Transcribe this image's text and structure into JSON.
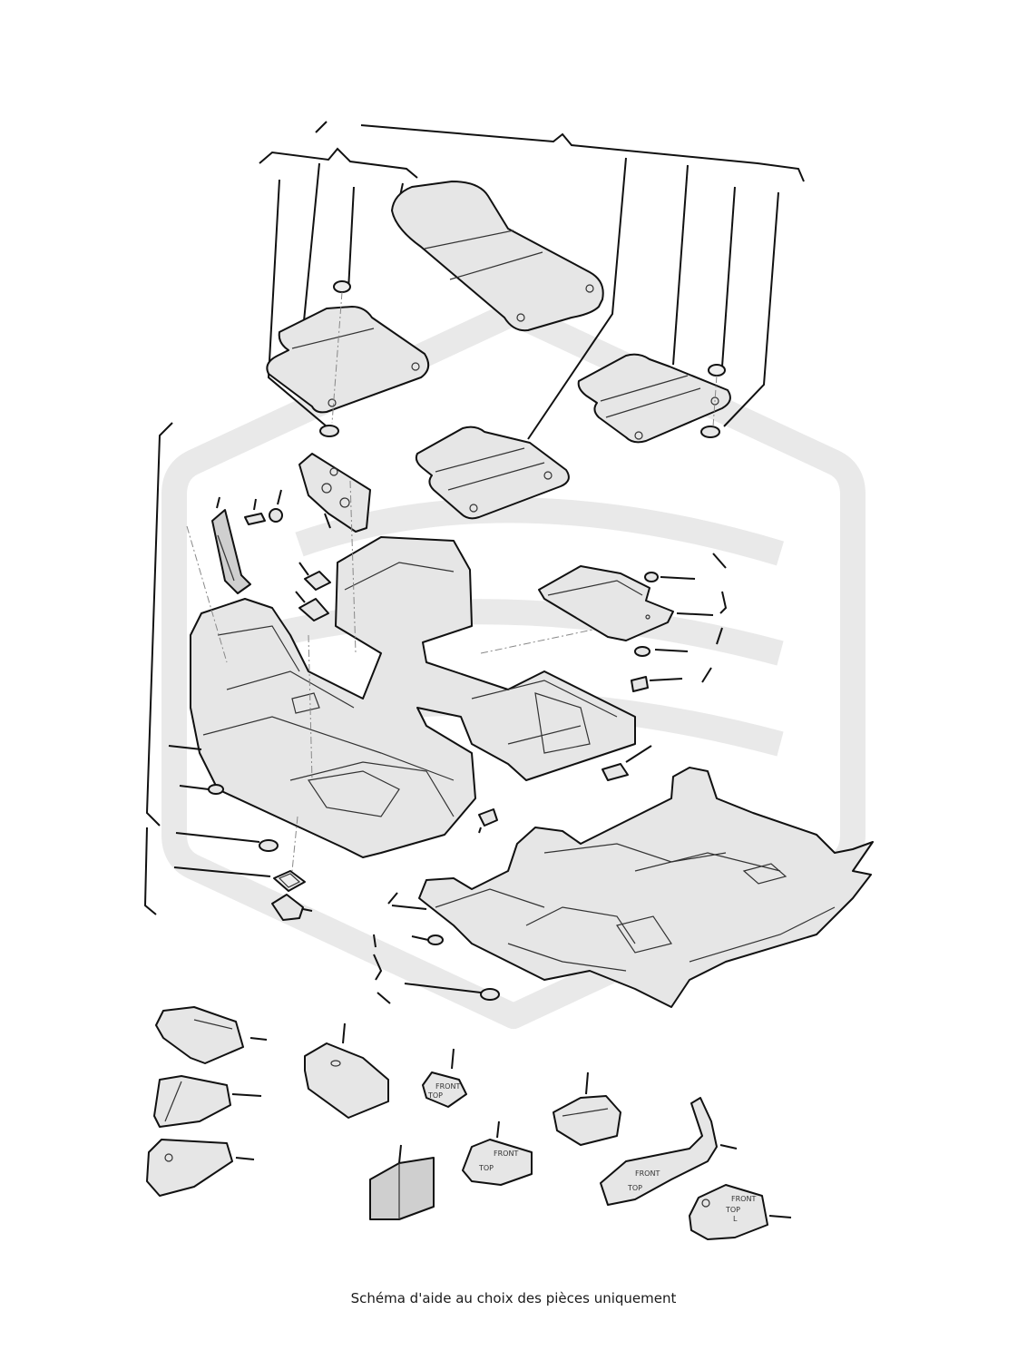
{
  "caption": "Schéma d'aide au choix des pièces uniquement",
  "part_stamps": {
    "stamp_front_1": "FRONT",
    "stamp_top_1": "TOP",
    "stamp_front_2": "FRONT",
    "stamp_top_2": "TOP",
    "stamp_front_3": "FRONT",
    "stamp_top_3": "TOP",
    "stamp_front_4": "FRONT",
    "stamp_top_4": "TOP",
    "stamp_l": "L"
  },
  "colors": {
    "line": "#111111",
    "part_fill": "#e6e6e6",
    "watermark": "#e9e9e9"
  }
}
